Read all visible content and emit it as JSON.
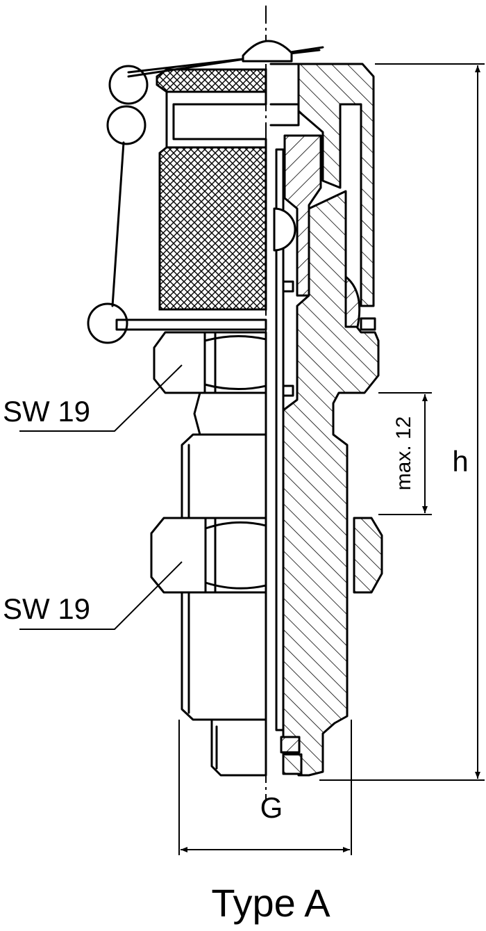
{
  "labels": {
    "wrench_size_upper": "SW 19",
    "wrench_size_lower": "SW 19",
    "dim_max": "max. 12",
    "dim_height": "h",
    "dim_thread": "G",
    "caption": "Type A"
  }
}
